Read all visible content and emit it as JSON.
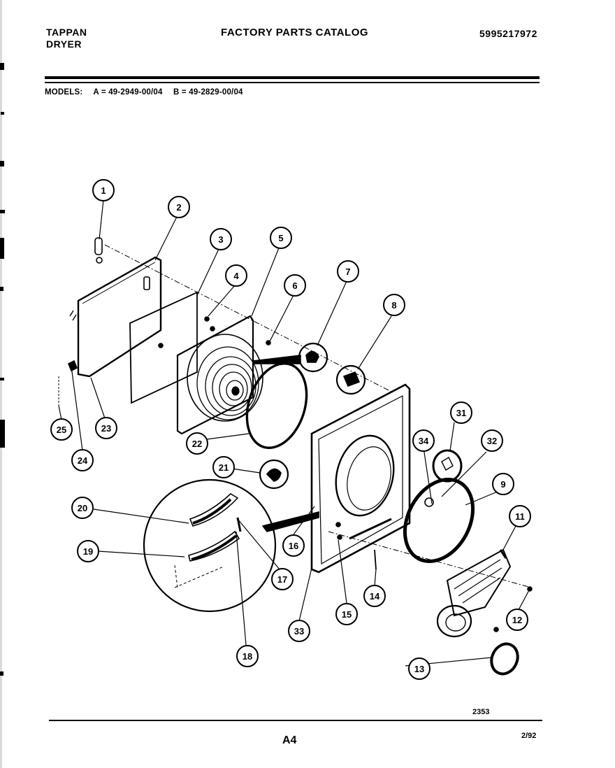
{
  "header": {
    "brand": "TAPPAN",
    "product": "DRYER",
    "catalog_title": "FACTORY PARTS CATALOG",
    "part_number": "5995217972"
  },
  "models": {
    "label": "MODELS:",
    "model_a": "A = 49-2949-00/04",
    "model_b": "B = 49-2829-00/04"
  },
  "callouts": [
    "1",
    "2",
    "3",
    "4",
    "5",
    "6",
    "7",
    "8",
    "9",
    "11",
    "12",
    "13",
    "14",
    "15",
    "16",
    "17",
    "18",
    "19",
    "20",
    "21",
    "22",
    "23",
    "24",
    "25",
    "31",
    "32",
    "33",
    "34"
  ],
  "footer": {
    "figure_number": "2353",
    "page": "A4",
    "date": "2/92"
  }
}
